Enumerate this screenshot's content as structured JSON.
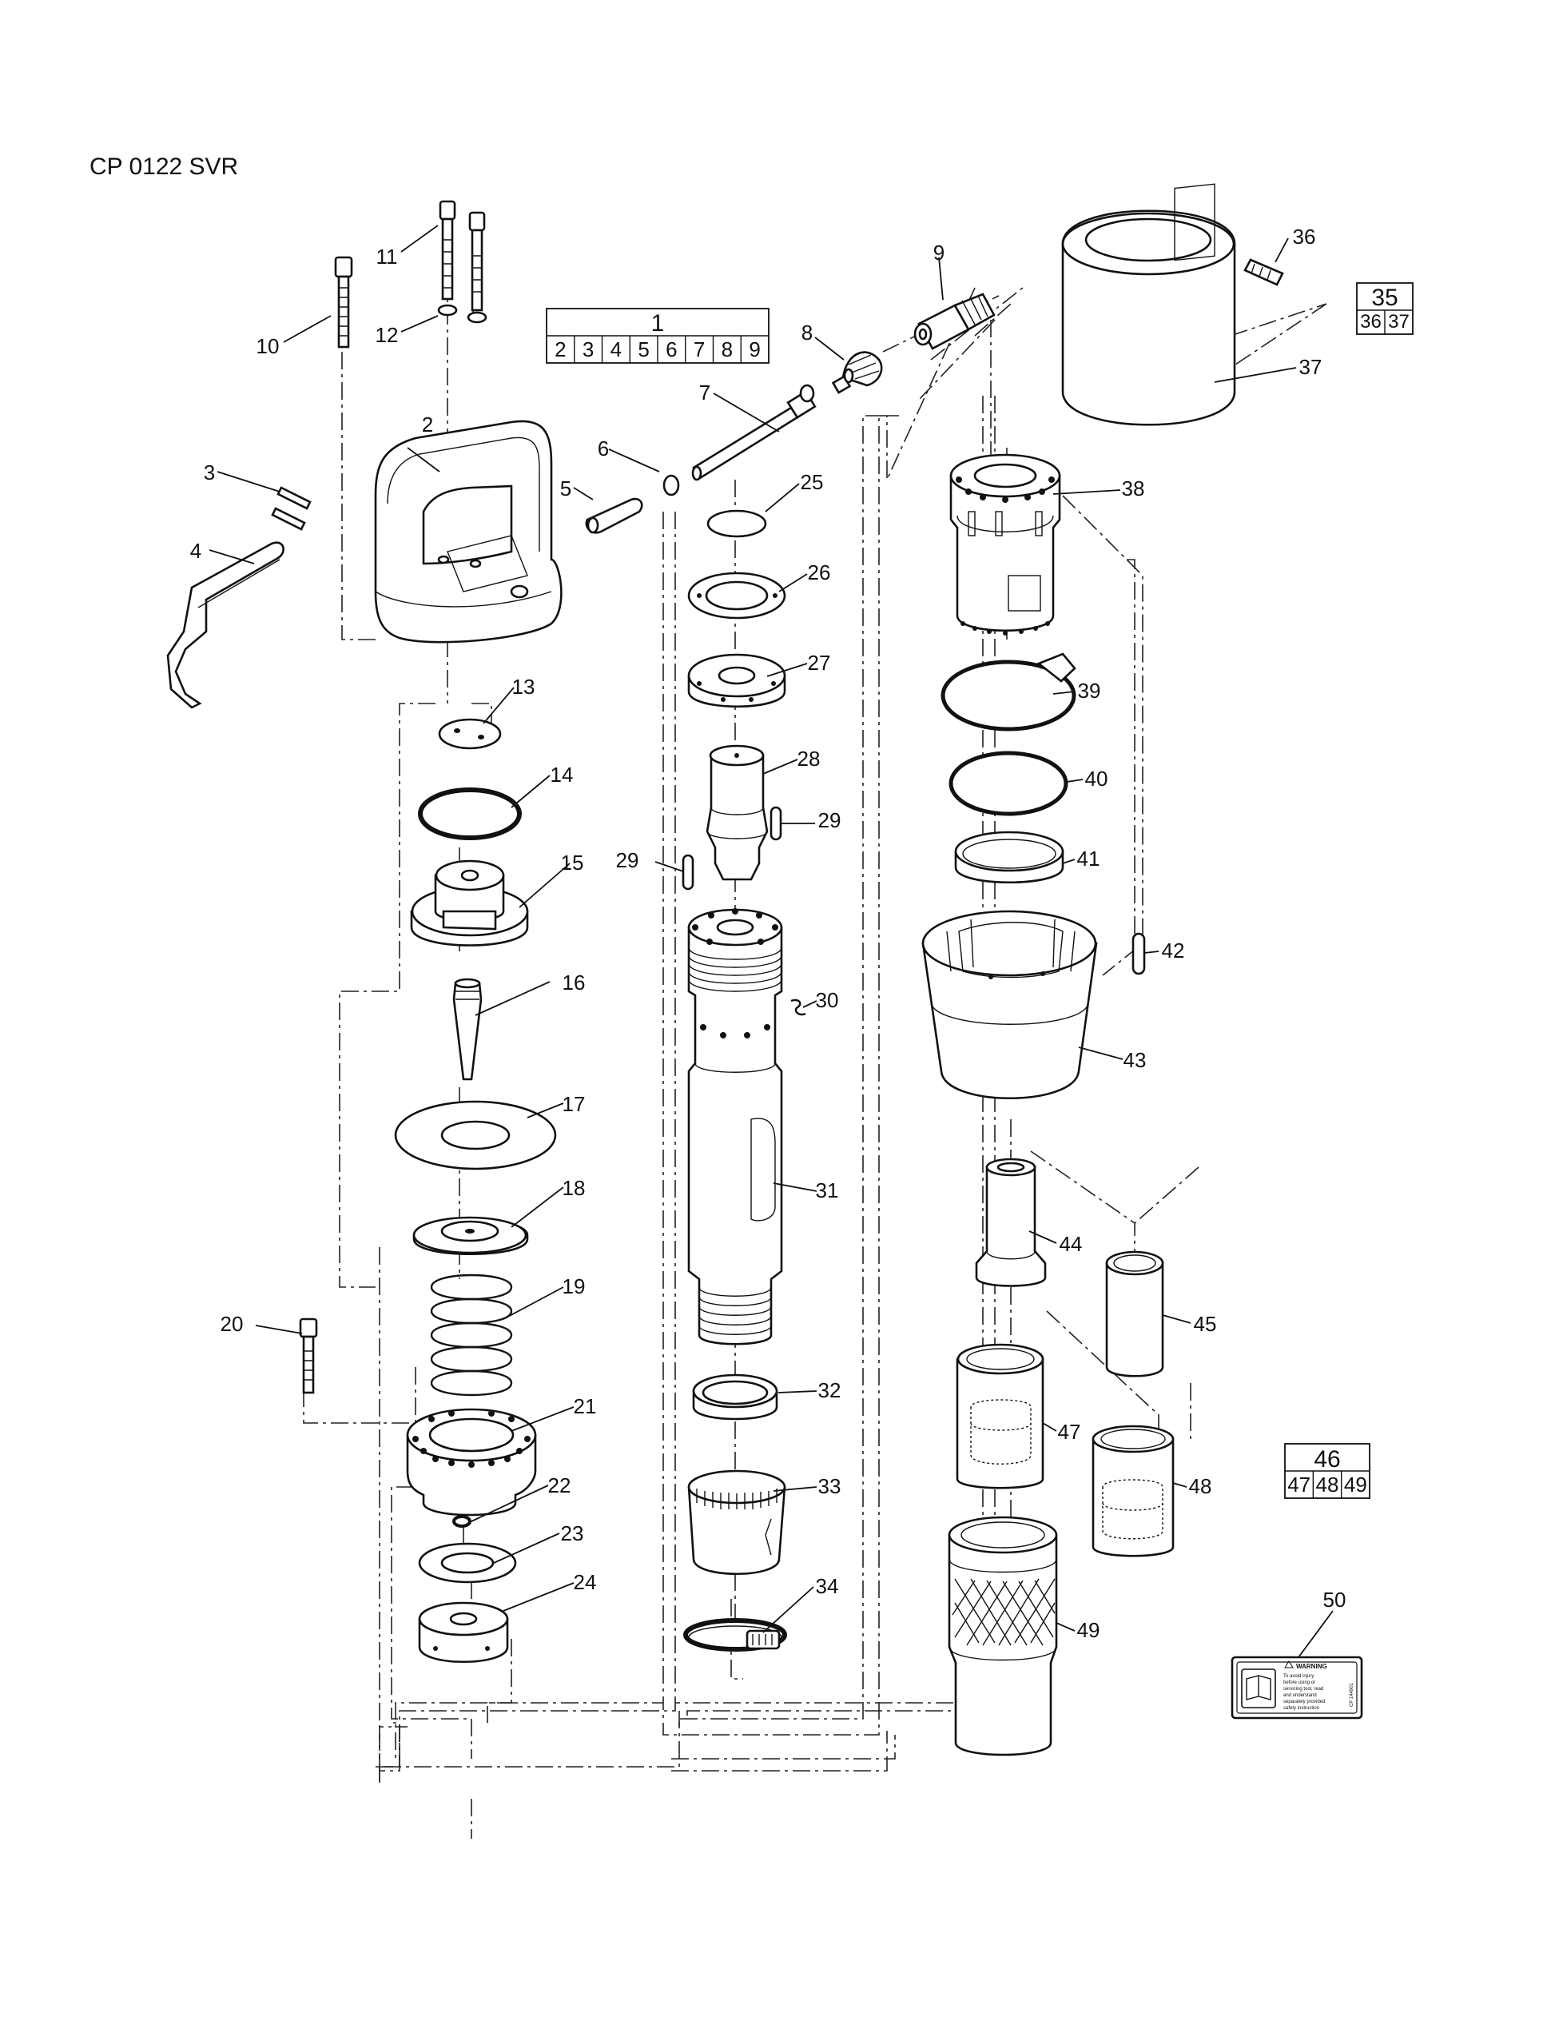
{
  "title": "CP 0122 SVR",
  "kits": [
    {
      "id": "1",
      "members": [
        "2",
        "3",
        "4",
        "5",
        "6",
        "7",
        "8",
        "9"
      ]
    },
    {
      "id": "35",
      "members": [
        "36",
        "37"
      ]
    },
    {
      "id": "46",
      "members": [
        "47",
        "48",
        "49"
      ]
    }
  ],
  "part_numbers": [
    "2",
    "3",
    "4",
    "5",
    "6",
    "7",
    "8",
    "9",
    "10",
    "11",
    "12",
    "13",
    "14",
    "15",
    "16",
    "17",
    "18",
    "19",
    "20",
    "21",
    "22",
    "23",
    "24",
    "25",
    "26",
    "27",
    "28",
    "29",
    "29",
    "30",
    "31",
    "32",
    "33",
    "34",
    "36",
    "37",
    "38",
    "39",
    "40",
    "41",
    "42",
    "43",
    "44",
    "45",
    "47",
    "48",
    "49",
    "50"
  ],
  "label_50": {
    "heading": "WARNING",
    "lines": [
      "To avoid injury",
      "before using or",
      "servicing tool, read",
      "and understand",
      "separately provided",
      "safety instruction"
    ],
    "side_code": "CP 144901"
  }
}
